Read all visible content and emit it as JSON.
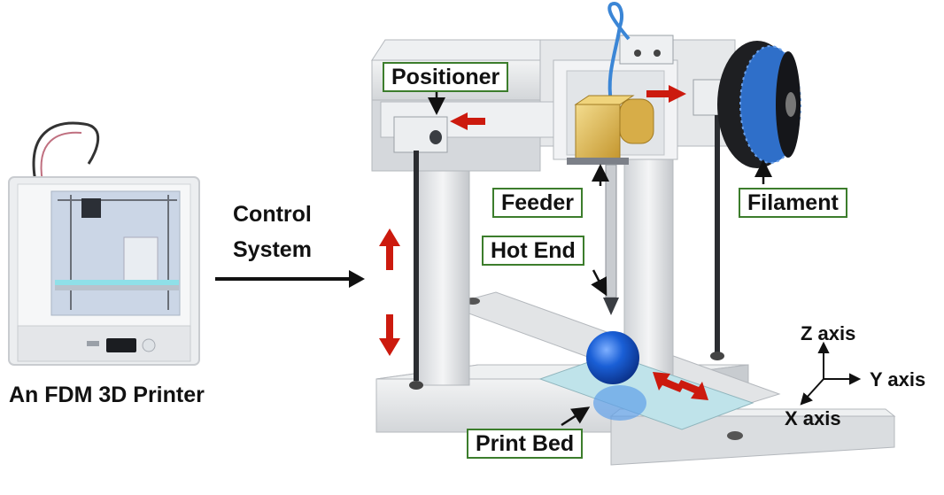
{
  "printer_caption": "An FDM 3D Printer",
  "control": {
    "line1": "Control",
    "line2": "System"
  },
  "labels": {
    "positioner": "Positioner",
    "feeder": "Feeder",
    "filament": "Filament",
    "hot_end": "Hot End",
    "print_bed": "Print Bed"
  },
  "axes": {
    "z": "Z axis",
    "y": "Y axis",
    "x": "X axis"
  },
  "colors": {
    "label_border": "#3c7d2c",
    "motion_arrow": "#cc1a0e",
    "frame": "#e4e6e8",
    "feeder": "#d9b44a",
    "filament_spool": "#2f6fc9",
    "nozzle_ball": "#1a5fd6",
    "print_bed": "#bfe3ea"
  }
}
